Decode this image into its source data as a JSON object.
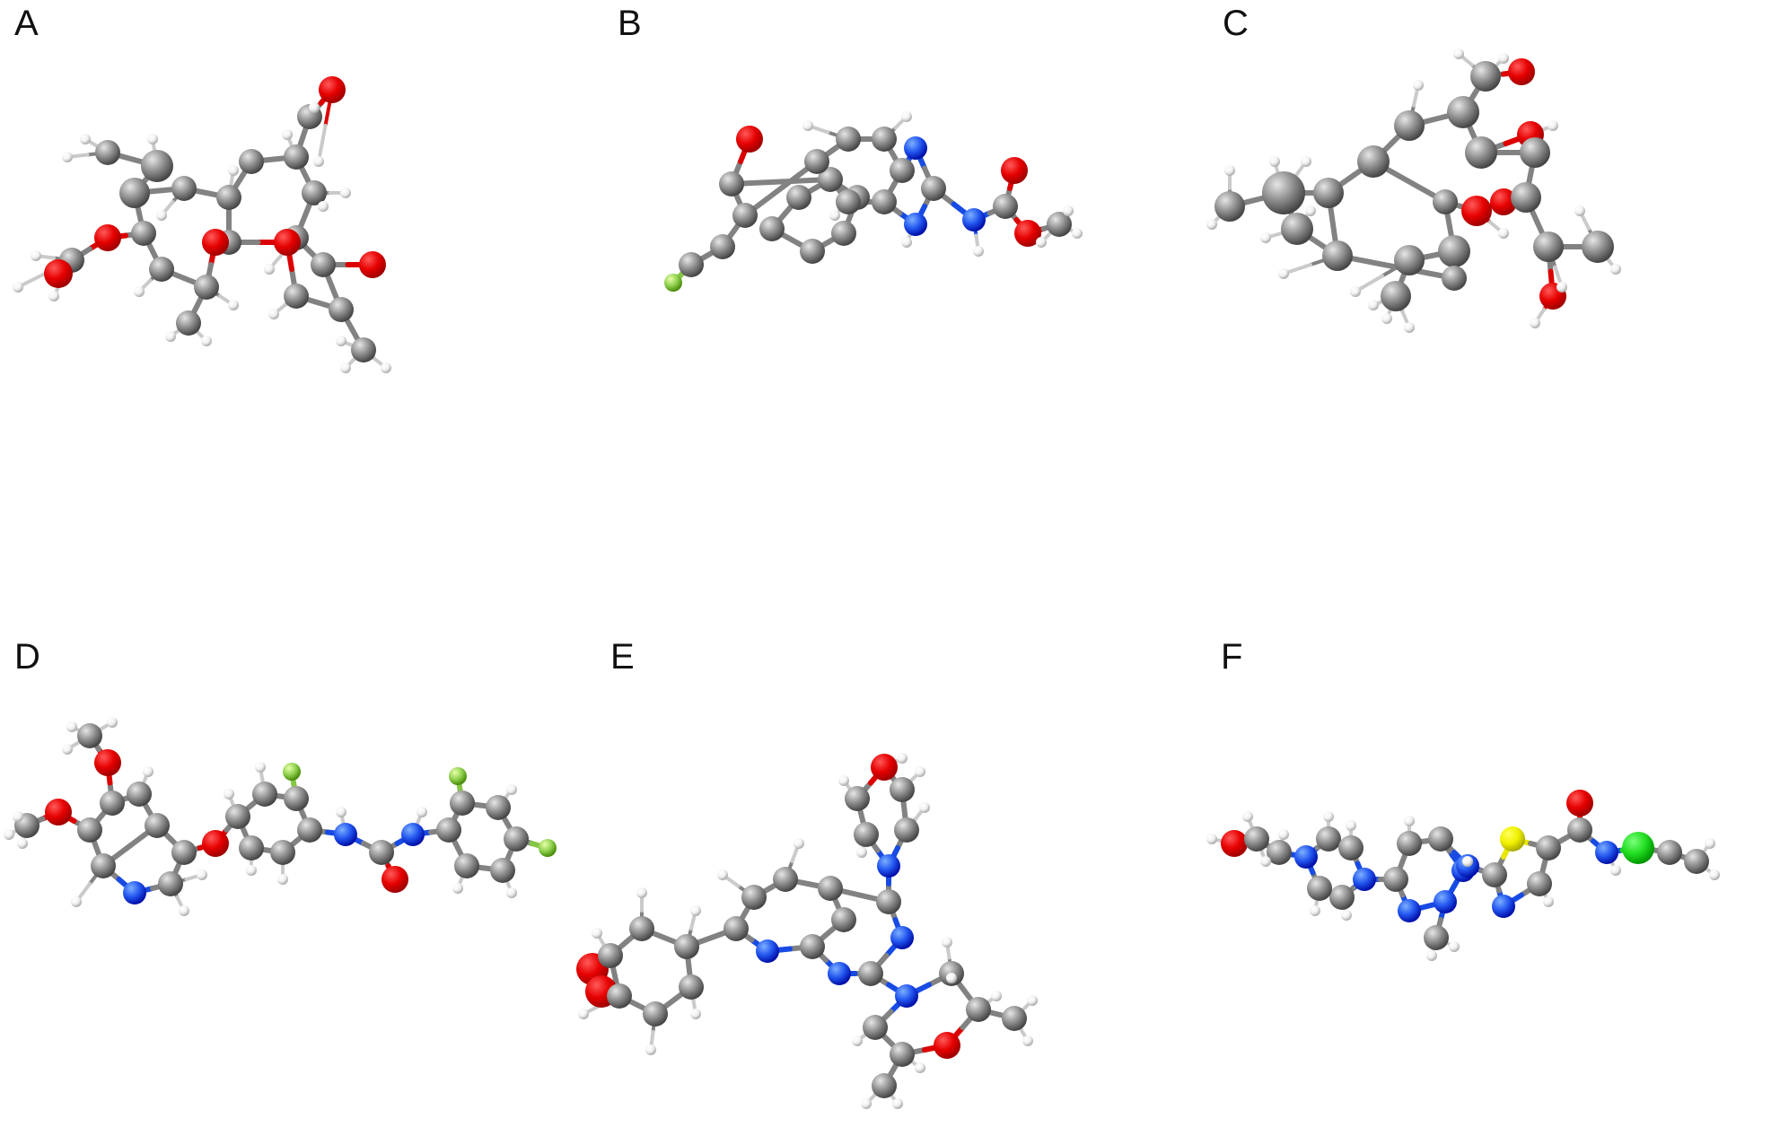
{
  "figure": {
    "panels": [
      {
        "label": "A",
        "atoms": [
          "C",
          "H",
          "O"
        ]
      },
      {
        "label": "B",
        "atoms": [
          "C",
          "H",
          "O",
          "N",
          "F"
        ]
      },
      {
        "label": "C",
        "atoms": [
          "C",
          "H",
          "O"
        ]
      },
      {
        "label": "D",
        "atoms": [
          "C",
          "H",
          "O",
          "N",
          "F"
        ]
      },
      {
        "label": "E",
        "atoms": [
          "C",
          "H",
          "O",
          "N"
        ]
      },
      {
        "label": "F",
        "atoms": [
          "C",
          "H",
          "O",
          "N",
          "S",
          "Cl"
        ]
      }
    ]
  },
  "atom_colors": {
    "C": "#8c8c8c",
    "H": "#f2f2f2",
    "O": "#e60000",
    "N": "#2255ee",
    "F": "#8fd14f",
    "S": "#f0f000",
    "Cl": "#22dd22"
  }
}
